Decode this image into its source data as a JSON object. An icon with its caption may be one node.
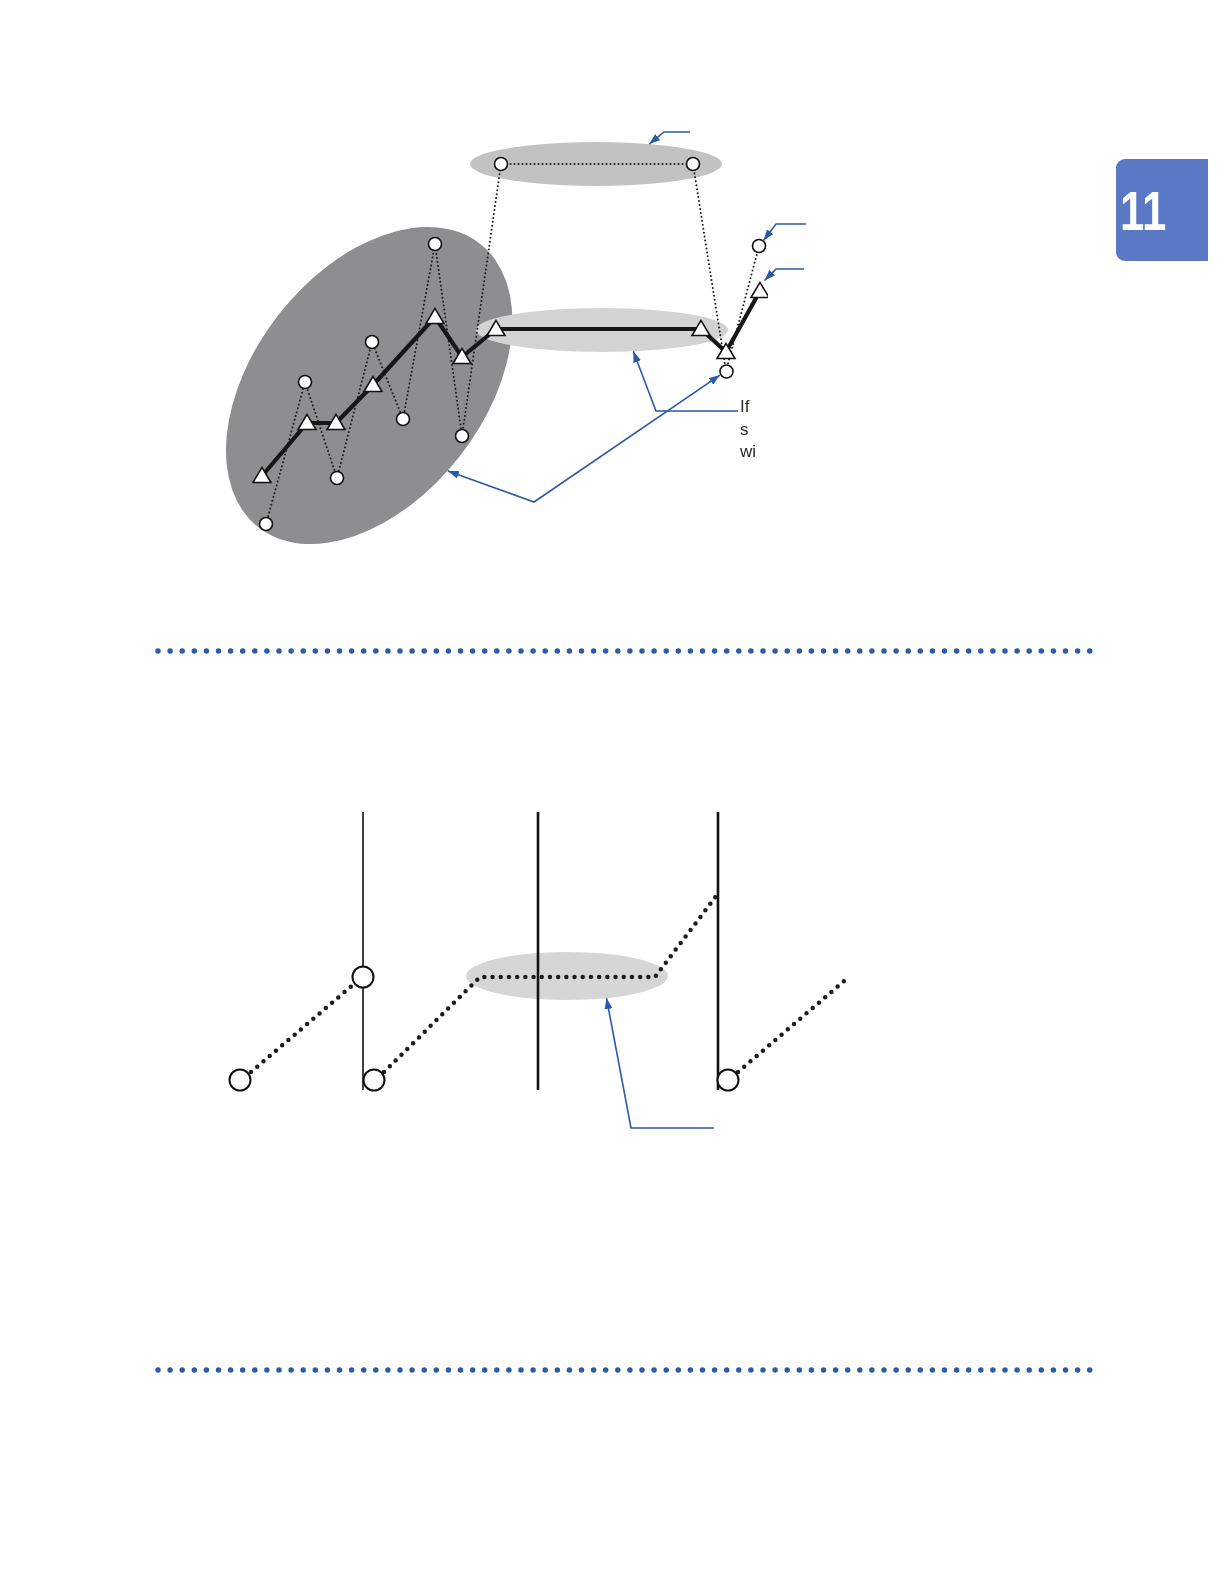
{
  "diagram": {
    "nodes": [
      {
        "text": [
          "11"
        ]
      },
      {
        "text": [],
        "shape": "ellipse"
      },
      {
        "text": [],
        "shape": "ellipse"
      },
      {
        "text": [],
        "shape": "ellipse"
      },
      {
        "text": [],
        "shape": "circle"
      },
      {
        "text": [
          "If s wi"
        ]
      },
      {
        "text": [],
        "shape": "ellipse"
      }
    ],
    "edges": [
      {
        "from": null,
        "to": 1,
        "arrow": "to"
      },
      {
        "from": 5,
        "to": 3,
        "arrow": "to"
      },
      {
        "from": 2,
        "to": 4,
        "arrow": "both"
      },
      {
        "from": null,
        "to": 6,
        "arrow": "to"
      }
    ]
  }
}
